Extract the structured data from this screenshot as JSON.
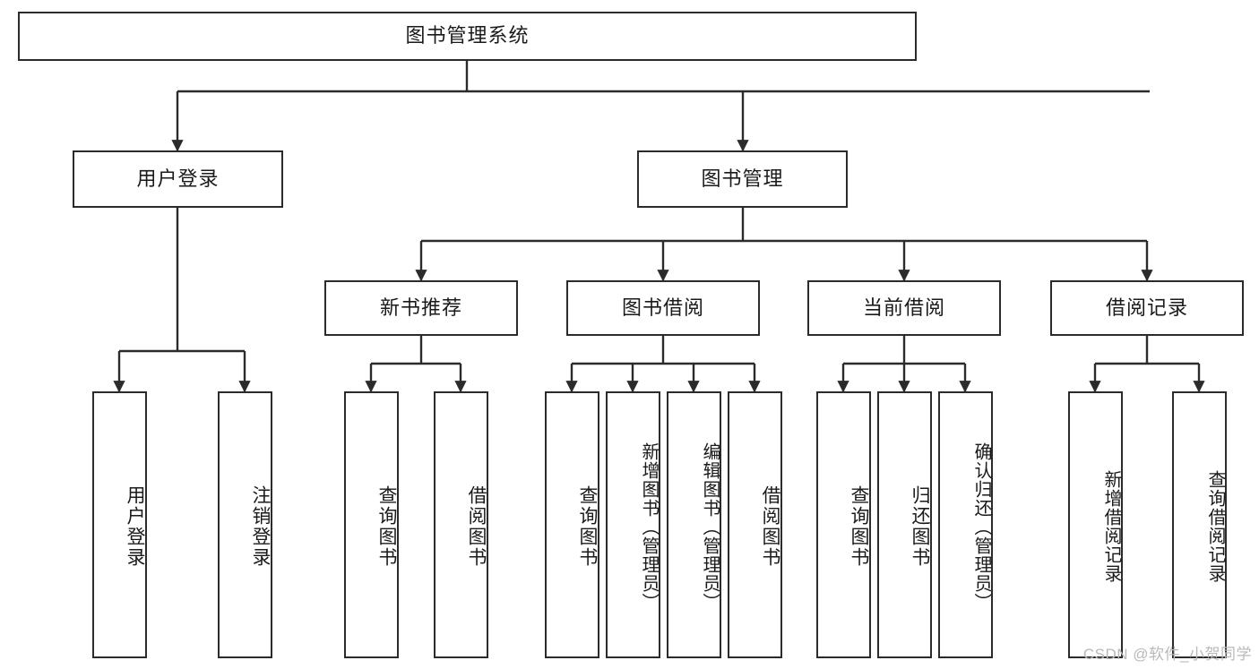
{
  "diagram": {
    "title": "图书管理系统",
    "type": "tree-hierarchy",
    "watermark": "CSDN @软件_小贺同学",
    "colors": {
      "border": "#2b2b2b",
      "background": "#ffffff",
      "text": "#1a1a1a",
      "edge": "#2b2b2b",
      "watermark": "#b9b9b9"
    },
    "root": {
      "label": "图书管理系统"
    },
    "level2": [
      {
        "label": "用户登录"
      },
      {
        "label": "图书管理"
      }
    ],
    "level3": [
      {
        "label": "新书推荐"
      },
      {
        "label": "图书借阅"
      },
      {
        "label": "当前借阅"
      },
      {
        "label": "借阅记录"
      }
    ],
    "leaves": {
      "user_login": [
        {
          "label": "用户登录"
        },
        {
          "label": "注销登录"
        }
      ],
      "new_book": [
        {
          "label": "查询图书"
        },
        {
          "label": "借阅图书"
        }
      ],
      "book_borrow": [
        {
          "label": "查询图书"
        },
        {
          "label": "新增图书（管理员）"
        },
        {
          "label": "编辑图书（管理员）"
        },
        {
          "label": "借阅图书"
        }
      ],
      "current_borrow": [
        {
          "label": "查询图书"
        },
        {
          "label": "归还图书"
        },
        {
          "label": "确认归还（管理员）"
        }
      ],
      "borrow_record": [
        {
          "label": "新增借阅记录"
        },
        {
          "label": "查询借阅记录"
        }
      ]
    }
  }
}
